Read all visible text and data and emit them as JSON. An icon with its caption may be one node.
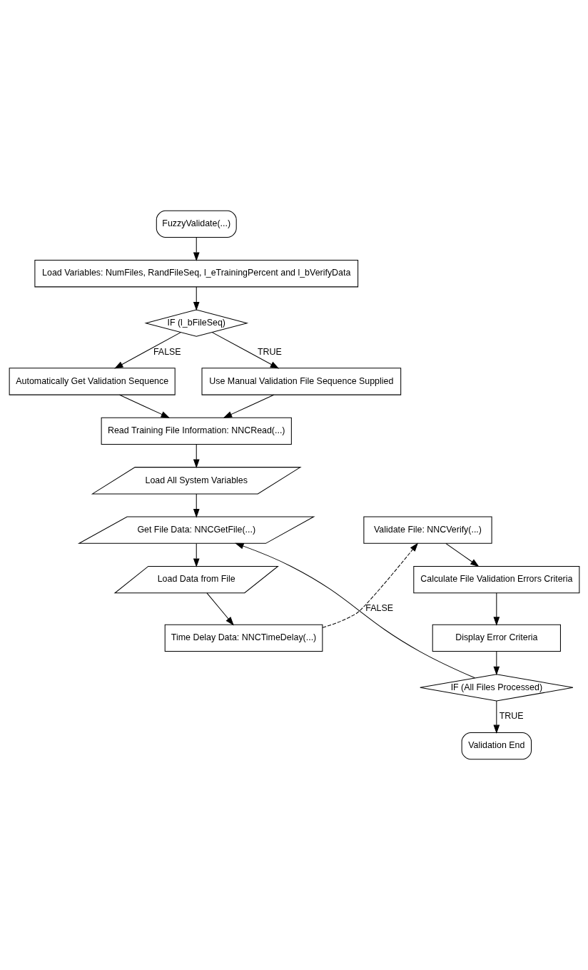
{
  "diagram": {
    "nodes": [
      {
        "text": [
          "FuzzyValidate(...)"
        ]
      },
      {
        "text": [
          "Load Variables: NumFiles, RandFileSeq, l_eTrainingPercent and l_bVerifyData"
        ]
      },
      {
        "text": [
          "IF (l_bFileSeq)"
        ]
      },
      {
        "text": [
          "Automatically Get Validation Sequence"
        ]
      },
      {
        "text": [
          "Use Manual Validation File Sequence Supplied"
        ]
      },
      {
        "text": [
          "Read Training File Information: NNCRead(...)"
        ]
      },
      {
        "text": [
          "Load All System Variables"
        ]
      },
      {
        "text": [
          "Get File Data: NNCGetFile(...)"
        ]
      },
      {
        "text": [
          "Load Data from File"
        ]
      },
      {
        "text": [
          "Time Delay Data: NNCTimeDelay(...)"
        ]
      },
      {
        "text": [
          "Validate File: NNCVerify(...)"
        ]
      },
      {
        "text": [
          "Calculate File Validation Errors Criteria"
        ]
      },
      {
        "text": [
          "Display Error Criteria"
        ]
      },
      {
        "text": [
          "IF (All Files Processed)"
        ]
      },
      {
        "text": [
          "Validation End"
        ]
      }
    ],
    "edges": [
      {
        "from": 0,
        "to": 1,
        "arrow": "to"
      },
      {
        "from": 1,
        "to": 2,
        "arrow": "to"
      },
      {
        "from": 2,
        "to": 3,
        "arrow": "to",
        "label": "FALSE"
      },
      {
        "from": 2,
        "to": 4,
        "arrow": "to",
        "label": "TRUE"
      },
      {
        "from": 3,
        "to": 5,
        "arrow": "to"
      },
      {
        "from": 4,
        "to": 5,
        "arrow": "to"
      },
      {
        "from": 5,
        "to": 6,
        "arrow": "to"
      },
      {
        "from": 6,
        "to": 7,
        "arrow": "to"
      },
      {
        "from": 7,
        "to": 8,
        "arrow": "to"
      },
      {
        "from": 8,
        "to": 9,
        "arrow": "to"
      },
      {
        "from": 9,
        "to": 10,
        "arrow": "to",
        "style": "dashed"
      },
      {
        "from": 10,
        "to": 11,
        "arrow": "to"
      },
      {
        "from": 11,
        "to": 12,
        "arrow": "to"
      },
      {
        "from": 12,
        "to": 13,
        "arrow": "to"
      },
      {
        "from": 13,
        "to": 14,
        "arrow": "to",
        "label": "TRUE"
      },
      {
        "from": 13,
        "to": 7,
        "arrow": "to",
        "label": "FALSE"
      }
    ]
  }
}
